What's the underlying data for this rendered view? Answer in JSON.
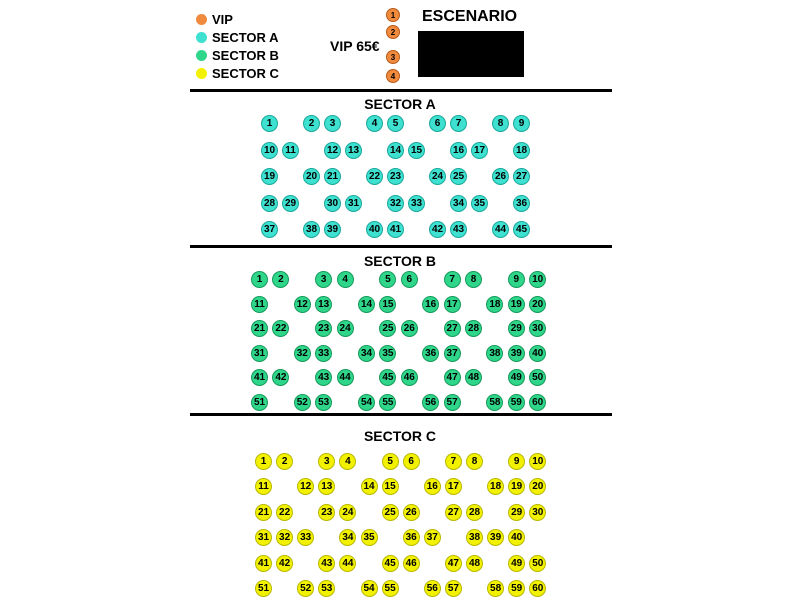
{
  "legend": [
    {
      "label": "VIP",
      "color": "#f08a3c"
    },
    {
      "label": "SECTOR A",
      "color": "#3ee0d0"
    },
    {
      "label": "SECTOR B",
      "color": "#2fd68a"
    },
    {
      "label": "SECTOR C",
      "color": "#f2f200"
    }
  ],
  "vip": {
    "price_label": "VIP 65€",
    "seats": [
      "1",
      "2",
      "3",
      "4"
    ]
  },
  "stage": {
    "label": "ESCENARIO"
  },
  "sectors": [
    {
      "title": "SECTOR A",
      "color": "#3ee0d0",
      "border": "#1aa89a",
      "rows": [
        [
          "1",
          "",
          "2",
          "3",
          "",
          "4",
          "5",
          "",
          "6",
          "7",
          "",
          "8",
          "9"
        ],
        [
          "10",
          "11",
          "",
          "12",
          "13",
          "",
          "14",
          "15",
          "",
          "16",
          "17",
          "",
          "18"
        ],
        [
          "19",
          "",
          "20",
          "21",
          "",
          "22",
          "23",
          "",
          "24",
          "25",
          "",
          "26",
          "27"
        ],
        [
          "28",
          "29",
          "",
          "30",
          "31",
          "",
          "32",
          "33",
          "",
          "34",
          "35",
          "",
          "36"
        ],
        [
          "37",
          "",
          "38",
          "39",
          "",
          "40",
          "41",
          "",
          "42",
          "43",
          "",
          "44",
          "45"
        ]
      ]
    },
    {
      "title": "SECTOR B",
      "color": "#2fd68a",
      "border": "#159a5c",
      "rows": [
        [
          "1",
          "2",
          "",
          "3",
          "4",
          "",
          "5",
          "6",
          "",
          "7",
          "8",
          "",
          "9",
          "10"
        ],
        [
          "11",
          "",
          "12",
          "13",
          "",
          "14",
          "15",
          "",
          "16",
          "17",
          "",
          "18",
          "19",
          "20"
        ],
        [
          "21",
          "22",
          "",
          "23",
          "24",
          "",
          "25",
          "26",
          "",
          "27",
          "28",
          "",
          "29",
          "30"
        ],
        [
          "31",
          "",
          "32",
          "33",
          "",
          "34",
          "35",
          "",
          "36",
          "37",
          "",
          "38",
          "39",
          "40"
        ],
        [
          "41",
          "42",
          "",
          "43",
          "44",
          "",
          "45",
          "46",
          "",
          "47",
          "48",
          "",
          "49",
          "50"
        ],
        [
          "51",
          "",
          "52",
          "53",
          "",
          "54",
          "55",
          "",
          "56",
          "57",
          "",
          "58",
          "59",
          "60"
        ]
      ]
    },
    {
      "title": "SECTOR C",
      "color": "#f2f200",
      "border": "#b8b800",
      "rows": [
        [
          "1",
          "2",
          "",
          "3",
          "4",
          "",
          "5",
          "6",
          "",
          "7",
          "8",
          "",
          "9",
          "10"
        ],
        [
          "11",
          "",
          "12",
          "13",
          "",
          "14",
          "15",
          "",
          "16",
          "17",
          "",
          "18",
          "19",
          "20"
        ],
        [
          "21",
          "22",
          "",
          "23",
          "24",
          "",
          "25",
          "26",
          "",
          "27",
          "28",
          "",
          "29",
          "30"
        ],
        [
          "31",
          "32",
          "33",
          "",
          "34",
          "35",
          "",
          "36",
          "37",
          "",
          "38",
          "39",
          "40"
        ],
        [
          "41",
          "42",
          "",
          "43",
          "44",
          "",
          "45",
          "46",
          "",
          "47",
          "48",
          "",
          "49",
          "50"
        ],
        [
          "51",
          "",
          "52",
          "53",
          "",
          "54",
          "55",
          "",
          "56",
          "57",
          "",
          "58",
          "59",
          "60"
        ]
      ]
    }
  ]
}
